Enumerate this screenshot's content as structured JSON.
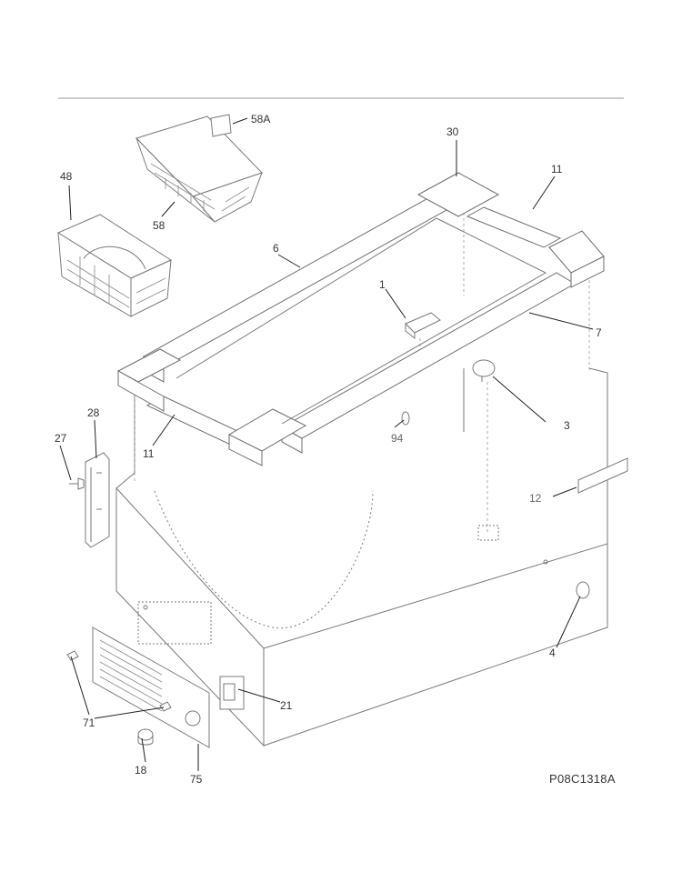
{
  "labels": {
    "p58a": "58A",
    "p30": "30",
    "p48": "48",
    "p11_top": "11",
    "p58": "58",
    "p6": "6",
    "p1": "1",
    "p7": "7",
    "p3": "3",
    "p28": "28",
    "p94": "94",
    "p27": "27",
    "p11_bottom": "11",
    "p12": "12",
    "p4": "4",
    "p21": "21",
    "p71": "71",
    "p18": "18",
    "p75": "75"
  },
  "drawing_code": "P08C1318A"
}
